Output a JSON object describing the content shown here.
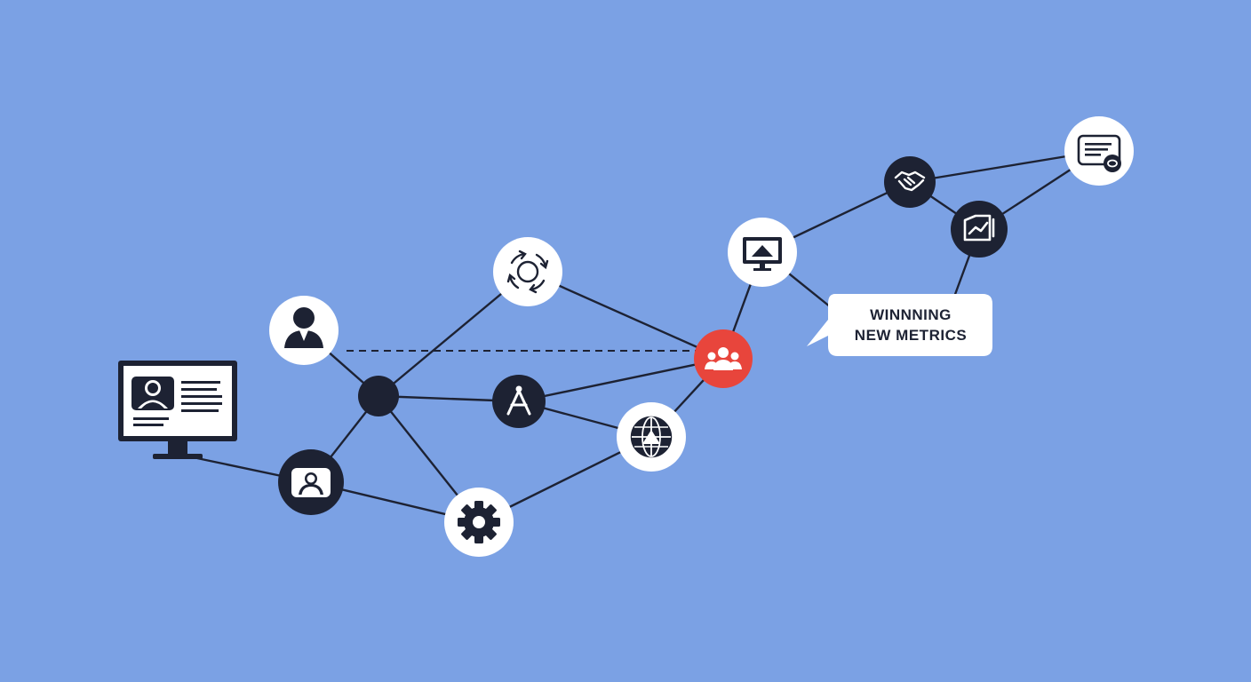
{
  "diagram": {
    "callout": {
      "line1": "WINNNING",
      "line2": "NEW METRICS"
    },
    "colors": {
      "background": "#7ba1e4",
      "dark_node": "#1d2233",
      "light_node": "#ffffff",
      "highlight_node": "#e8453c",
      "edge": "#1d2233"
    },
    "nodes": [
      {
        "id": "monitor-profile",
        "icon": "monitor-profile-icon",
        "style": "outline"
      },
      {
        "id": "person",
        "icon": "person-icon",
        "style": "light"
      },
      {
        "id": "hub",
        "icon": "none",
        "style": "dark"
      },
      {
        "id": "contact-card",
        "icon": "contact-card-icon",
        "style": "dark"
      },
      {
        "id": "settings",
        "icon": "gear-icon",
        "style": "light"
      },
      {
        "id": "refresh",
        "icon": "refresh-cycle-icon",
        "style": "light"
      },
      {
        "id": "compass",
        "icon": "drafting-compass-icon",
        "style": "dark"
      },
      {
        "id": "globe",
        "icon": "globe-icon",
        "style": "light"
      },
      {
        "id": "team",
        "icon": "team-icon",
        "style": "highlight"
      },
      {
        "id": "presentation",
        "icon": "presentation-screen-icon",
        "style": "light"
      },
      {
        "id": "handshake",
        "icon": "handshake-icon",
        "style": "dark"
      },
      {
        "id": "growth-chart",
        "icon": "growth-chart-icon",
        "style": "dark"
      },
      {
        "id": "message",
        "icon": "message-card-icon",
        "style": "light"
      }
    ]
  }
}
